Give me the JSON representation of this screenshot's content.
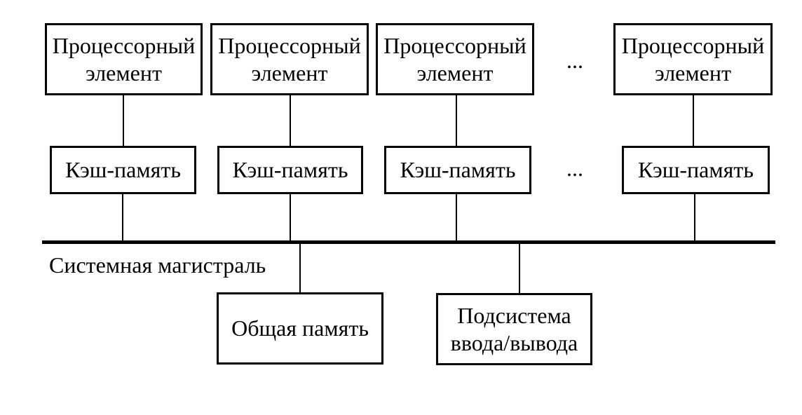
{
  "diagram": {
    "processor_boxes": [
      "Процессорный элемент",
      "Процессорный элемент",
      "Процессорный элемент",
      "Процессорный элемент"
    ],
    "processor_ellipsis": "...",
    "cache_boxes": [
      "Кэш-память",
      "Кэш-память",
      "Кэш-память",
      "Кэш-память"
    ],
    "cache_ellipsis": "...",
    "bus_label": "Системная магистраль",
    "shared_memory_label": "Общая память",
    "io_subsystem": {
      "line1": "Подсистема",
      "line2": "ввода/вывода"
    }
  },
  "colors": {
    "line": "#000000",
    "text": "#000000",
    "background": "#ffffff"
  }
}
